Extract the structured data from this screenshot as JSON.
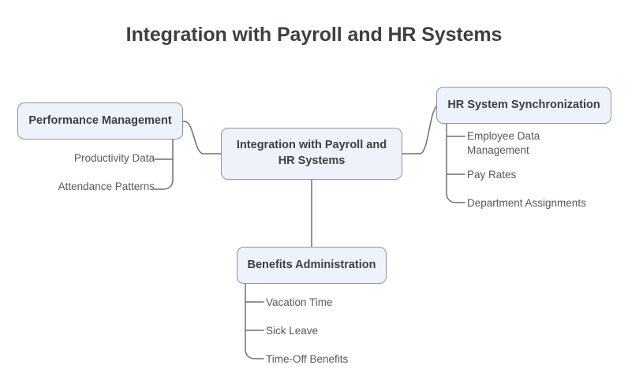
{
  "title": "Integration with Payroll and HR Systems",
  "nodes": {
    "center": "Integration with Payroll and\nHR Systems",
    "performance": "Performance Management",
    "hr_sync": "HR System Synchronization",
    "benefits": "Benefits Administration"
  },
  "branches": {
    "performance_leaves": [
      "Productivity Data",
      "Attendance Patterns"
    ],
    "hr_sync_leaves": [
      "Employee Data\nManagement",
      "Pay Rates",
      "Department Assignments"
    ],
    "benefits_leaves": [
      "Vacation Time",
      "Sick Leave",
      "Time-Off Benefits"
    ]
  },
  "colors": {
    "background": "#ffffff",
    "node_fill": "#eef2fb",
    "node_border": "#8d93a1",
    "title_text": "#3b4044",
    "node_text": "#3b4044",
    "leaf_text": "#55595e",
    "connector": "#6b7076"
  }
}
